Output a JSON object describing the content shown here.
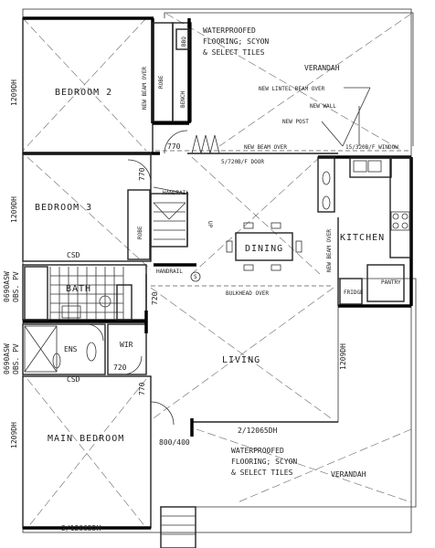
{
  "rooms": {
    "bedroom2": "BEDROOM 2",
    "bedroom3": "BEDROOM 3",
    "main_bedroom": "MAIN BEDROOM",
    "dining": "DINING",
    "living": "LIVING",
    "kitchen": "KITCHEN",
    "bath": "BATH",
    "ens": "ENS",
    "wir": "WIR",
    "verandah_top": "VERANDAH",
    "verandah_bottom": "VERANDAH"
  },
  "fixtures": {
    "robe_top": "ROBE",
    "robe_mid": "ROBE",
    "bench": "BENCH",
    "bbq": "BBQ",
    "new_beam_over_1": "NEW BEAM OVER",
    "new_beam_over_2": "NEW BEAM OVER",
    "csd_top": "CSD",
    "csd_bottom": "CSD",
    "fridge": "FRIDGE",
    "pantry": "PANTRY",
    "handrail_top": "HANDRAIL",
    "handrail_bottom": "HANDRAIL",
    "up": "UP",
    "s": "S"
  },
  "notes": {
    "wp_top": [
      "WATERPROOFED",
      "FLOORING; SCYON",
      "& SELECT TILES"
    ],
    "wp_bottom": [
      "WATERPROOFED",
      "FLOORING; SCYON",
      "& SELECT TILES"
    ],
    "new_lintel": "NEW LINTEL BEAM OVER",
    "new_wall": "NEW WALL",
    "new_post": "NEW POST",
    "new_beam_over_h": "NEW BEAM OVER",
    "door": "5/720B/F DOOR",
    "window": "15/320B/F WINDOW",
    "bulkhead": "BULKHEAD OVER"
  },
  "dimensions": {
    "d770_top": "770",
    "d770_left": "770",
    "d770_lower": "770",
    "d720_a": "720",
    "d720_b": "720",
    "d800_400": "800/400",
    "w_living": "2/12065DH",
    "w_main": "2/12065DH",
    "w_bed2": "1209DH",
    "w_bed3": "1209DH",
    "w_main_left": "1209DH",
    "w_bath": [
      "0690ASW",
      "OBS. PV"
    ],
    "w_ens": [
      "0690ASW",
      "OBS. PV"
    ],
    "w_living_right": "1209DH"
  }
}
